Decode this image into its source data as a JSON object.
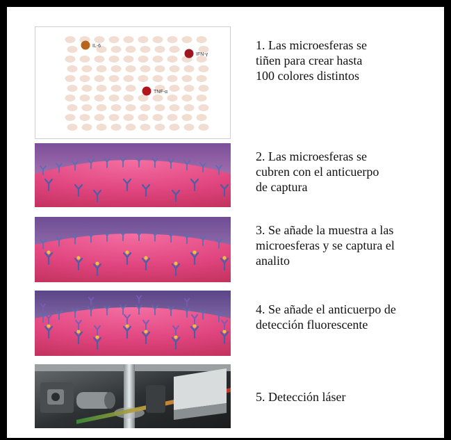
{
  "steps": [
    {
      "lines": [
        "1. Las microesferas se",
        "tiñen para crear hasta",
        "100 colores distintos"
      ],
      "image": "microsphere-color-grid"
    },
    {
      "lines": [
        "2. Las microesferas se",
        "cubren con el anticuerpo",
        " de captura"
      ],
      "image": "bead-capture-antibody"
    },
    {
      "lines": [
        "3. Se añade la muestra a las",
        "microesferas y se captura el",
        "analito"
      ],
      "image": "bead-analyte-captured"
    },
    {
      "lines": [
        " 4. Se añade el anticuerpo de",
        "detección fluorescente"
      ],
      "image": "bead-detection-antibody"
    },
    {
      "lines": [
        " 5. Detección láser"
      ],
      "image": "laser-detection"
    }
  ],
  "grid_labels": {
    "il6": "IL-6",
    "ifng": "IFN-γ",
    "tnfa": "TNF-α"
  },
  "colors": {
    "frame": "#000000",
    "bead_plain": "#f1ddd2",
    "bead_il6": "#b8641c",
    "bead_ifng": "#a0161e",
    "bead_tnfa": "#b2141c",
    "sphere_pink": "#e0457e",
    "sky_purple": "#9a6cb4",
    "antibody_blue": "#4a5fa8"
  }
}
